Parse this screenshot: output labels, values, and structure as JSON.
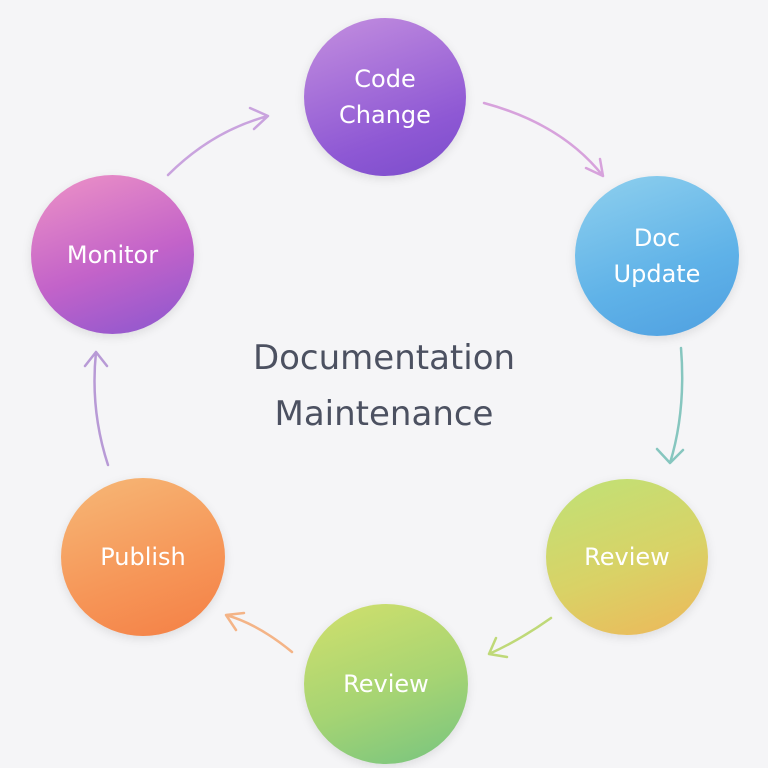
{
  "title": {
    "line1": "Documentation",
    "line2": "Maintenance"
  },
  "nodes": [
    {
      "line1": "Code",
      "line2": "Change"
    },
    {
      "line1": "Doc",
      "line2": "Update"
    },
    {
      "line1": "Review"
    },
    {
      "line1": "Review"
    },
    {
      "line1": "Publish"
    },
    {
      "line1": "Monitor"
    }
  ],
  "colors": {
    "background": "#f5f5f7",
    "title_text": "#4c5161",
    "node_text": "#ffffff",
    "code_change": "#9a62d6",
    "doc_update": "#64b6e9",
    "review_1": "#dccd63",
    "review_2": "#9dd277",
    "publish": "#f58d50",
    "monitor": "#c06ac9",
    "arrow_code_to_doc": "#d7a2dc",
    "arrow_doc_to_review": "#86c6bf",
    "arrow_review_to_review": "#bfd978",
    "arrow_review_to_publish": "#f4b487",
    "arrow_publish_to_monitor": "#b89ad6",
    "arrow_monitor_to_code": "#c9a3de"
  }
}
